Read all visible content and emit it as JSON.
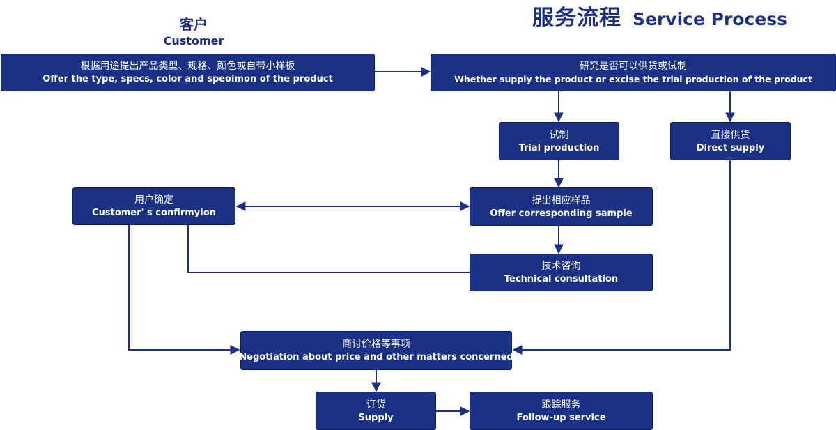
{
  "header": {
    "title_cn": "服务流程",
    "title_en": "Service Process",
    "customer_cn": "客户",
    "customer_en": "Customer"
  },
  "nodes": {
    "request": {
      "cn": "根据用途提出产品类型、规格、颜色或自带小样板",
      "en": "Offer the type, specs, color and speoimon of the product"
    },
    "research": {
      "cn": "研究是否可以供货或试制",
      "en": "Whether supply the product or excise the trial production of the product"
    },
    "trial": {
      "cn": "试制",
      "en": "Trial production"
    },
    "direct": {
      "cn": "直接供货",
      "en": "Direct supply"
    },
    "confirm": {
      "cn": "用户确定",
      "en": "Customer' s confirmyion"
    },
    "sample": {
      "cn": "提出相应样品",
      "en": "Offer corresponding sample"
    },
    "consult": {
      "cn": "技术咨询",
      "en": "Technical consultation"
    },
    "negotiate": {
      "cn": "商讨价格等事项",
      "en": "Negotiation about price and other matters concerned"
    },
    "supply": {
      "cn": "订货",
      "en": "Supply"
    },
    "followup": {
      "cn": "跟踪服务",
      "en": "Follow-up service"
    }
  },
  "colors": {
    "box_fill": "#1a3186",
    "line": "#1b2f86",
    "title": "#1b2f86"
  }
}
